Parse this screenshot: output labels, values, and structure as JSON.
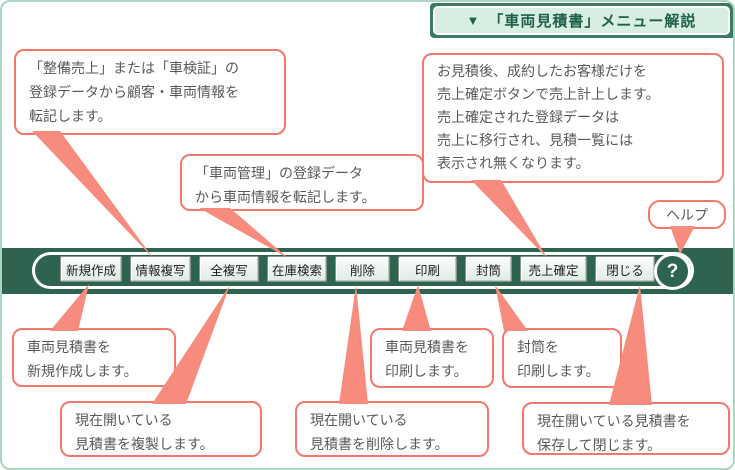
{
  "header": {
    "icon": "▼",
    "title": "「車両見積書」メニュー解説"
  },
  "toolbar": {
    "buttons": [
      "新規作成",
      "情報複写",
      "全複写",
      "在庫検索",
      "削除",
      "印刷",
      "封筒",
      "売上確定",
      "閉じる"
    ],
    "help": "?"
  },
  "callouts": {
    "info_copy": "「整備売上」または「車検証」の\n登録データから顧客・車両情報を\n転記します。",
    "stock_search": "「車両管理」の登録データ\nから車両情報を転記します。",
    "sales_confirm": "お見積後、成約したお客様だけを\n売上確定ボタンで売上計上します。\n売上確定された登録データは\n売上に移行され、見積一覧には\n表示され無くなります。",
    "help": "ヘルプ",
    "new_create": "車両見積書を\n新規作成します。",
    "duplicate": "現在開いている\n見積書を複製します。",
    "delete": "現在開いている\n見積書を削除します。",
    "print": "車両見積書を\n印刷します。",
    "envelope": "封筒を\n印刷します。",
    "close": "現在開いている見積書を\n保存して閉じます。"
  },
  "colors": {
    "band_green": "#2e6350",
    "header_green": "#3c7a63",
    "header_panel": "#d9eee3",
    "header_text": "#1d5f49",
    "callout_border": "#f4776c",
    "callout_tail": "#f78b7e",
    "page_border": "#abd6c2",
    "callout_text": "#595959"
  }
}
